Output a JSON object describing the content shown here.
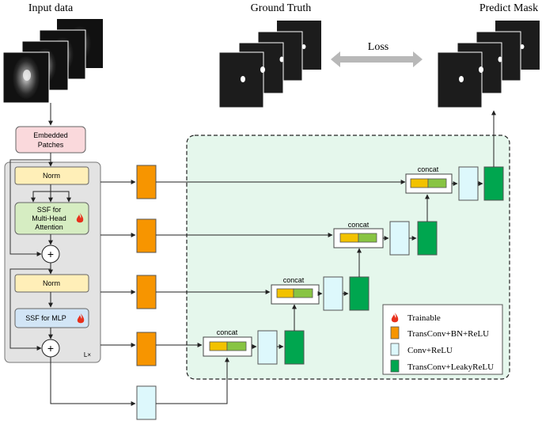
{
  "headings": {
    "input": "Input data",
    "ground_truth": "Ground Truth",
    "predict": "Predict Mask"
  },
  "loss_label": "Loss",
  "encoder": {
    "embedded_line1": "Embedded",
    "embedded_line2": "Patches",
    "norm1": "Norm",
    "ssf_mha_line1": "SSF for",
    "ssf_mha_line2": "Multi-Head",
    "ssf_mha_line3": "Attention",
    "norm2": "Norm",
    "ssf_mlp": "SSF for MLP",
    "plus_symbol": "+",
    "repeat_label": "L×"
  },
  "decoder": {
    "concat_label": "concat"
  },
  "legend": {
    "trainable": "Trainable",
    "orange": "TransConv+BN+ReLU",
    "cyan": "Conv+ReLU",
    "green": "TransConv+LeakyReLU"
  },
  "colors": {
    "orange_block": "#F79500",
    "cyan_block": "#DDF8FC",
    "green_block": "#00A64F",
    "yellow_half": "#F2C200",
    "green_half": "#88C443",
    "decoder_panel": "#E5F7EC",
    "encoder_panel": "#E3E3E3",
    "norm_fill": "#FFEFB8",
    "ssf_mha_fill": "#D6EDC2",
    "ssf_mlp_fill": "#D2E5F6",
    "embed_fill": "#FAD9DC",
    "loss_arrow": "#B8B8B8"
  },
  "icons": {
    "trainable": "flame-icon",
    "arrow": "double-arrow-icon"
  }
}
